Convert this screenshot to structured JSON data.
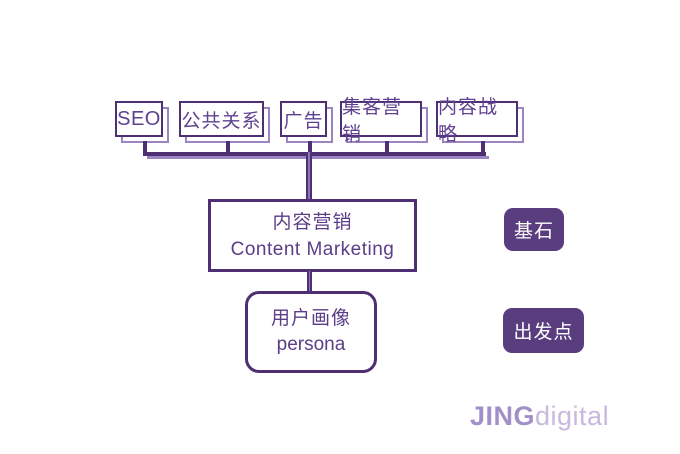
{
  "diagram": {
    "top_boxes": [
      {
        "label": "SEO"
      },
      {
        "label": "公共关系"
      },
      {
        "label": "广告"
      },
      {
        "label": "集客营销"
      },
      {
        "label": "内容战略"
      }
    ],
    "center_box": {
      "line1": "内容营销",
      "line2": "Content Marketing"
    },
    "persona_box": {
      "line1": "用户画像",
      "line2": "persona"
    },
    "badges": [
      {
        "label": "基石"
      },
      {
        "label": "出发点"
      }
    ],
    "logo": {
      "bold": "JING",
      "light": "digital"
    },
    "colors": {
      "line_dark": "#4e2f73",
      "line_light": "#9b84c1",
      "box_text": "#5e4191",
      "badge_fill": "#5a3d7e",
      "badge_text": "#ffffff",
      "logo_bold": "#a08fc8",
      "logo_light": "#c6badd",
      "background": "#ffffff"
    }
  }
}
